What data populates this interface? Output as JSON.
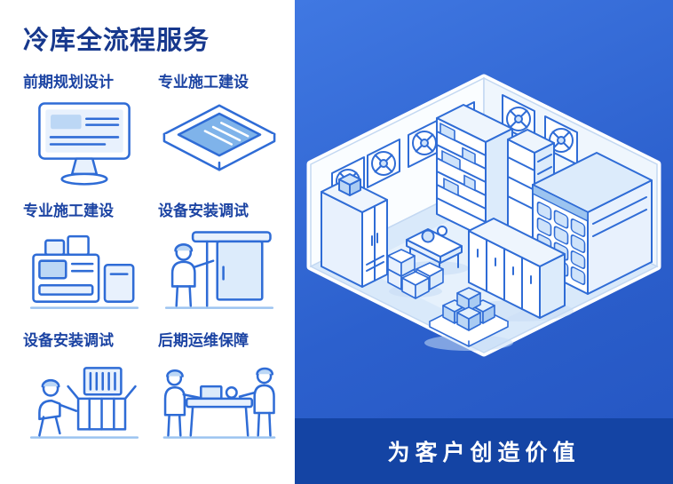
{
  "title": "冷库全流程服务",
  "services": [
    {
      "label": "前期规划设计",
      "icon": "planning-monitor-illustration"
    },
    {
      "label": "专业施工建设",
      "icon": "blueprint-illustration"
    },
    {
      "label": "专业施工建设",
      "icon": "equipment-machine-illustration"
    },
    {
      "label": "设备安装调试",
      "icon": "door-installation-illustration"
    },
    {
      "label": "设备安装调试",
      "icon": "unpacking-equipment-illustration"
    },
    {
      "label": "后期运维保障",
      "icon": "maintenance-team-illustration"
    }
  ],
  "banner": {
    "text": "为客户创造价值"
  },
  "illustration": {
    "name": "isometric-cold-storage-room"
  },
  "colors": {
    "accent_line": "#2f6cd6",
    "title_navy": "#17388d",
    "label_blue": "#1c44a3",
    "panel_blue": "#2c60cd",
    "banner_blue": "#1444a4",
    "light_fill": "#dcebfb"
  }
}
